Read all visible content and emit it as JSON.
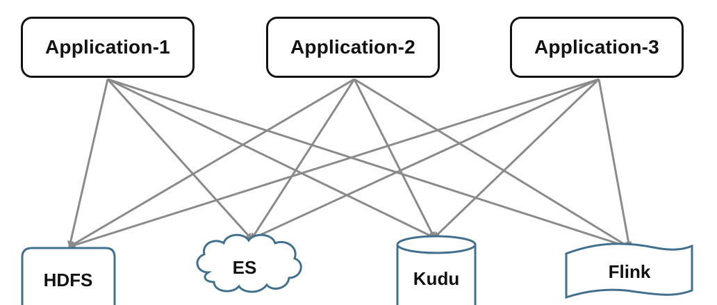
{
  "applications": [
    {
      "id": "app-1",
      "label": "Application-1"
    },
    {
      "id": "app-2",
      "label": "Application-2"
    },
    {
      "id": "app-3",
      "label": "Application-3"
    }
  ],
  "targets": [
    {
      "id": "hdfs",
      "label": "HDFS",
      "shape": "document-box"
    },
    {
      "id": "es",
      "label": "ES",
      "shape": "cloud"
    },
    {
      "id": "kudu",
      "label": "Kudu",
      "shape": "cylinder"
    },
    {
      "id": "flink",
      "label": "Flink",
      "shape": "wavy-banner"
    }
  ],
  "connections": "every application connects to every target",
  "colors": {
    "app_border": "#111111",
    "arrow": "#8a8a8a",
    "target_border": "#41708f",
    "text": "#111111"
  }
}
